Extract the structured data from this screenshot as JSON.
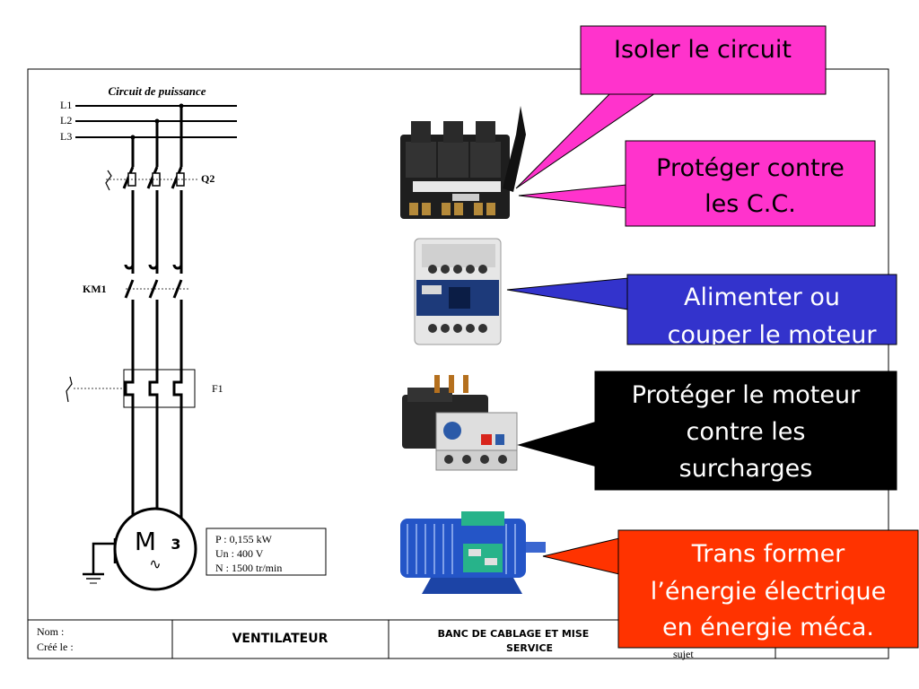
{
  "schematic": {
    "title": "Circuit de puissance",
    "phases": [
      "L1",
      "L2",
      "L3"
    ],
    "breaker_label": "Q2",
    "contactor_label": "KM1",
    "relay_label": "F1",
    "motor": {
      "symbol": "M",
      "phases": "3",
      "ac_symbol": "∿",
      "specs": [
        "P : 0,155 kW",
        "Un : 400 V",
        "N : 1500 tr/min"
      ]
    }
  },
  "title_block": {
    "name_label": "Nom :",
    "created_label": "Créé le :",
    "project": "VENTILATEUR",
    "bench_line1": "BANC DE CABLAGE ET MISE",
    "bench_line2": "SERVICE",
    "subject_label": "sujet"
  },
  "callouts": [
    {
      "text_lines": [
        "Isoler le circuit"
      ],
      "bg": "#ff33cc",
      "color": "#000000"
    },
    {
      "text_lines": [
        "Protéger contre",
        "les C.C."
      ],
      "bg": "#ff33cc",
      "color": "#000000"
    },
    {
      "text_lines": [
        "Alimenter ou",
        "couper le moteur"
      ],
      "bg": "#3333cc",
      "color": "#ffffff"
    },
    {
      "text_lines": [
        "Protéger le moteur",
        "contre les",
        "surcharges"
      ],
      "bg": "#000000",
      "color": "#ffffff"
    },
    {
      "text_lines": [
        "Trans former",
        "l’énergie électrique",
        "en énergie méca."
      ],
      "bg": "#ff3300",
      "color": "#ffffff"
    }
  ],
  "components": [
    "switch-disconnector",
    "contactor",
    "thermal-relay",
    "electric-motor"
  ]
}
